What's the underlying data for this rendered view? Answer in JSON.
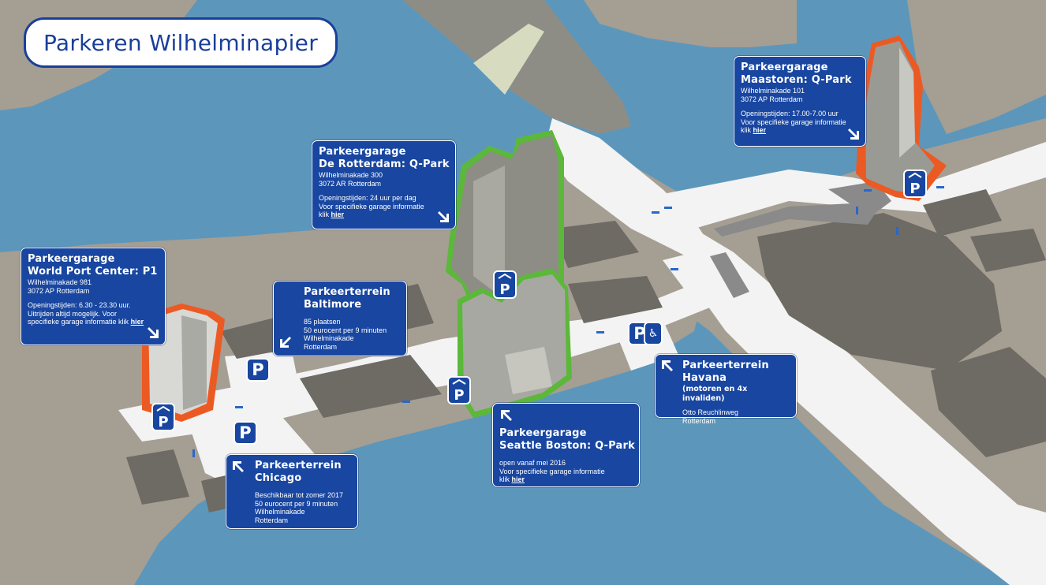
{
  "title": "Parkeren Wilhelminapier",
  "colors": {
    "water": "#5c97bb",
    "land": "#a59e93",
    "road": "#f3f3f3",
    "block": "#6e6a64",
    "card": "#1846a0",
    "garage_outline_orange": "#ec5a24",
    "garage_outline_green": "#5cb83a"
  },
  "cards": {
    "wpc": {
      "title1": "Parkeergarage",
      "title2": "World Port Center: P1",
      "addr1": "Wilhelminakade 981",
      "addr2": "3072 AP Rotterdam",
      "hours": "Openingstijden: 6.30 - 23.30 uur.",
      "extra": "Uitrijden altijd mogelijk.  Voor",
      "info": "specifieke garage informatie klik",
      "link": "hier"
    },
    "derotterdam": {
      "title1": "Parkeergarage",
      "title2": "De Rotterdam: Q-Park",
      "addr1": "Wilhelminakade 300",
      "addr2": "3072 AR Rotterdam",
      "hours": "Openingstijden: 24 uur per dag",
      "info1": "Voor specifieke garage informatie",
      "info2": "klik",
      "link": "hier"
    },
    "maastoren": {
      "title1": "Parkeergarage",
      "title2": "Maastoren: Q-Park",
      "addr1": "Wilhelminakade 101",
      "addr2": "3072 AP Rotterdam",
      "hours": "Openingstijden: 17.00-7.00 uur",
      "info1": "Voor specifieke garage informatie",
      "info2": "klik",
      "link": "hier"
    },
    "baltimore": {
      "title1": "Parkeerterrein",
      "title2": "Baltimore",
      "l1": "85 plaatsen",
      "l2": "50 eurocent per 9 minuten",
      "l3": "Wilhelminakade",
      "l4": "Rotterdam"
    },
    "havana": {
      "title1": "Parkeerterrein",
      "title2": "Havana",
      "sub": "(motoren en 4x invaliden)",
      "l1": "Otto Reuchlinweg",
      "l2": "Rotterdam"
    },
    "chicago": {
      "title1": "Parkeerterrein",
      "title2": "Chicago",
      "l1": "Beschikbaar tot zomer 2017",
      "l2": "50 eurocent per 9 minuten",
      "l3": "Wilhelminakade",
      "l4": "Rotterdam"
    },
    "seattle": {
      "title1": "Parkeergarage",
      "title2": "Seattle Boston: Q-Park",
      "l1": "open vanaf mei 2016",
      "l2": "Voor specifieke garage informatie",
      "l3": "klik",
      "link": "hier"
    }
  },
  "icons": {
    "parking_letter": "P",
    "arrows": [
      "arrow-down-right-icon",
      "arrow-up-left-icon",
      "arrow-down-left-icon"
    ],
    "accessibility": "wheelchair-icon"
  }
}
